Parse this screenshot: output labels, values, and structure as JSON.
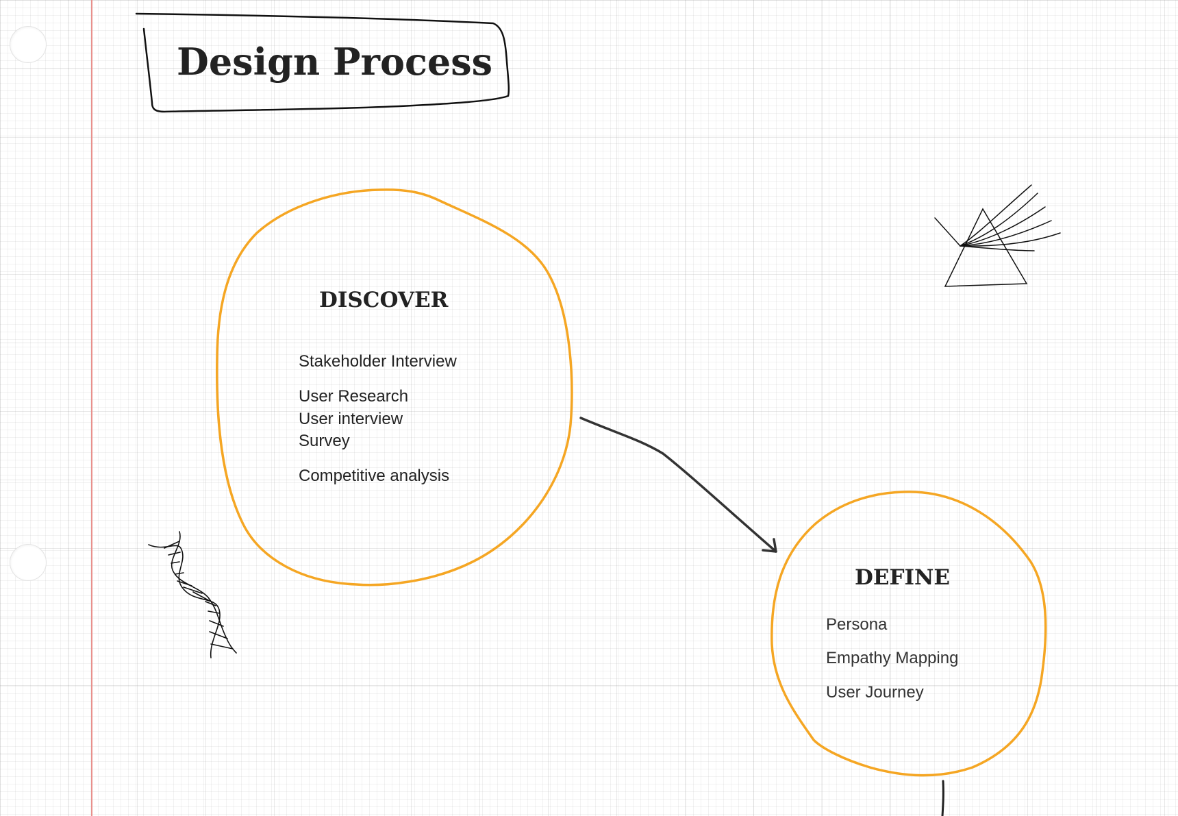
{
  "title": "Design Process",
  "discover": {
    "heading": "DISCOVER",
    "items": [
      "Stakeholder Interview",
      "User Research",
      "User interview",
      "Survey",
      "Competitive analysis"
    ]
  },
  "define": {
    "heading": "DEFINE",
    "items": [
      "Persona",
      "Empathy Mapping",
      "User Journey"
    ]
  },
  "colors": {
    "accent": "#f5a623",
    "ink": "#222222",
    "margin_line": "#e8908c"
  },
  "icons": [
    "prism-icon",
    "dna-icon",
    "arrow-icon"
  ]
}
